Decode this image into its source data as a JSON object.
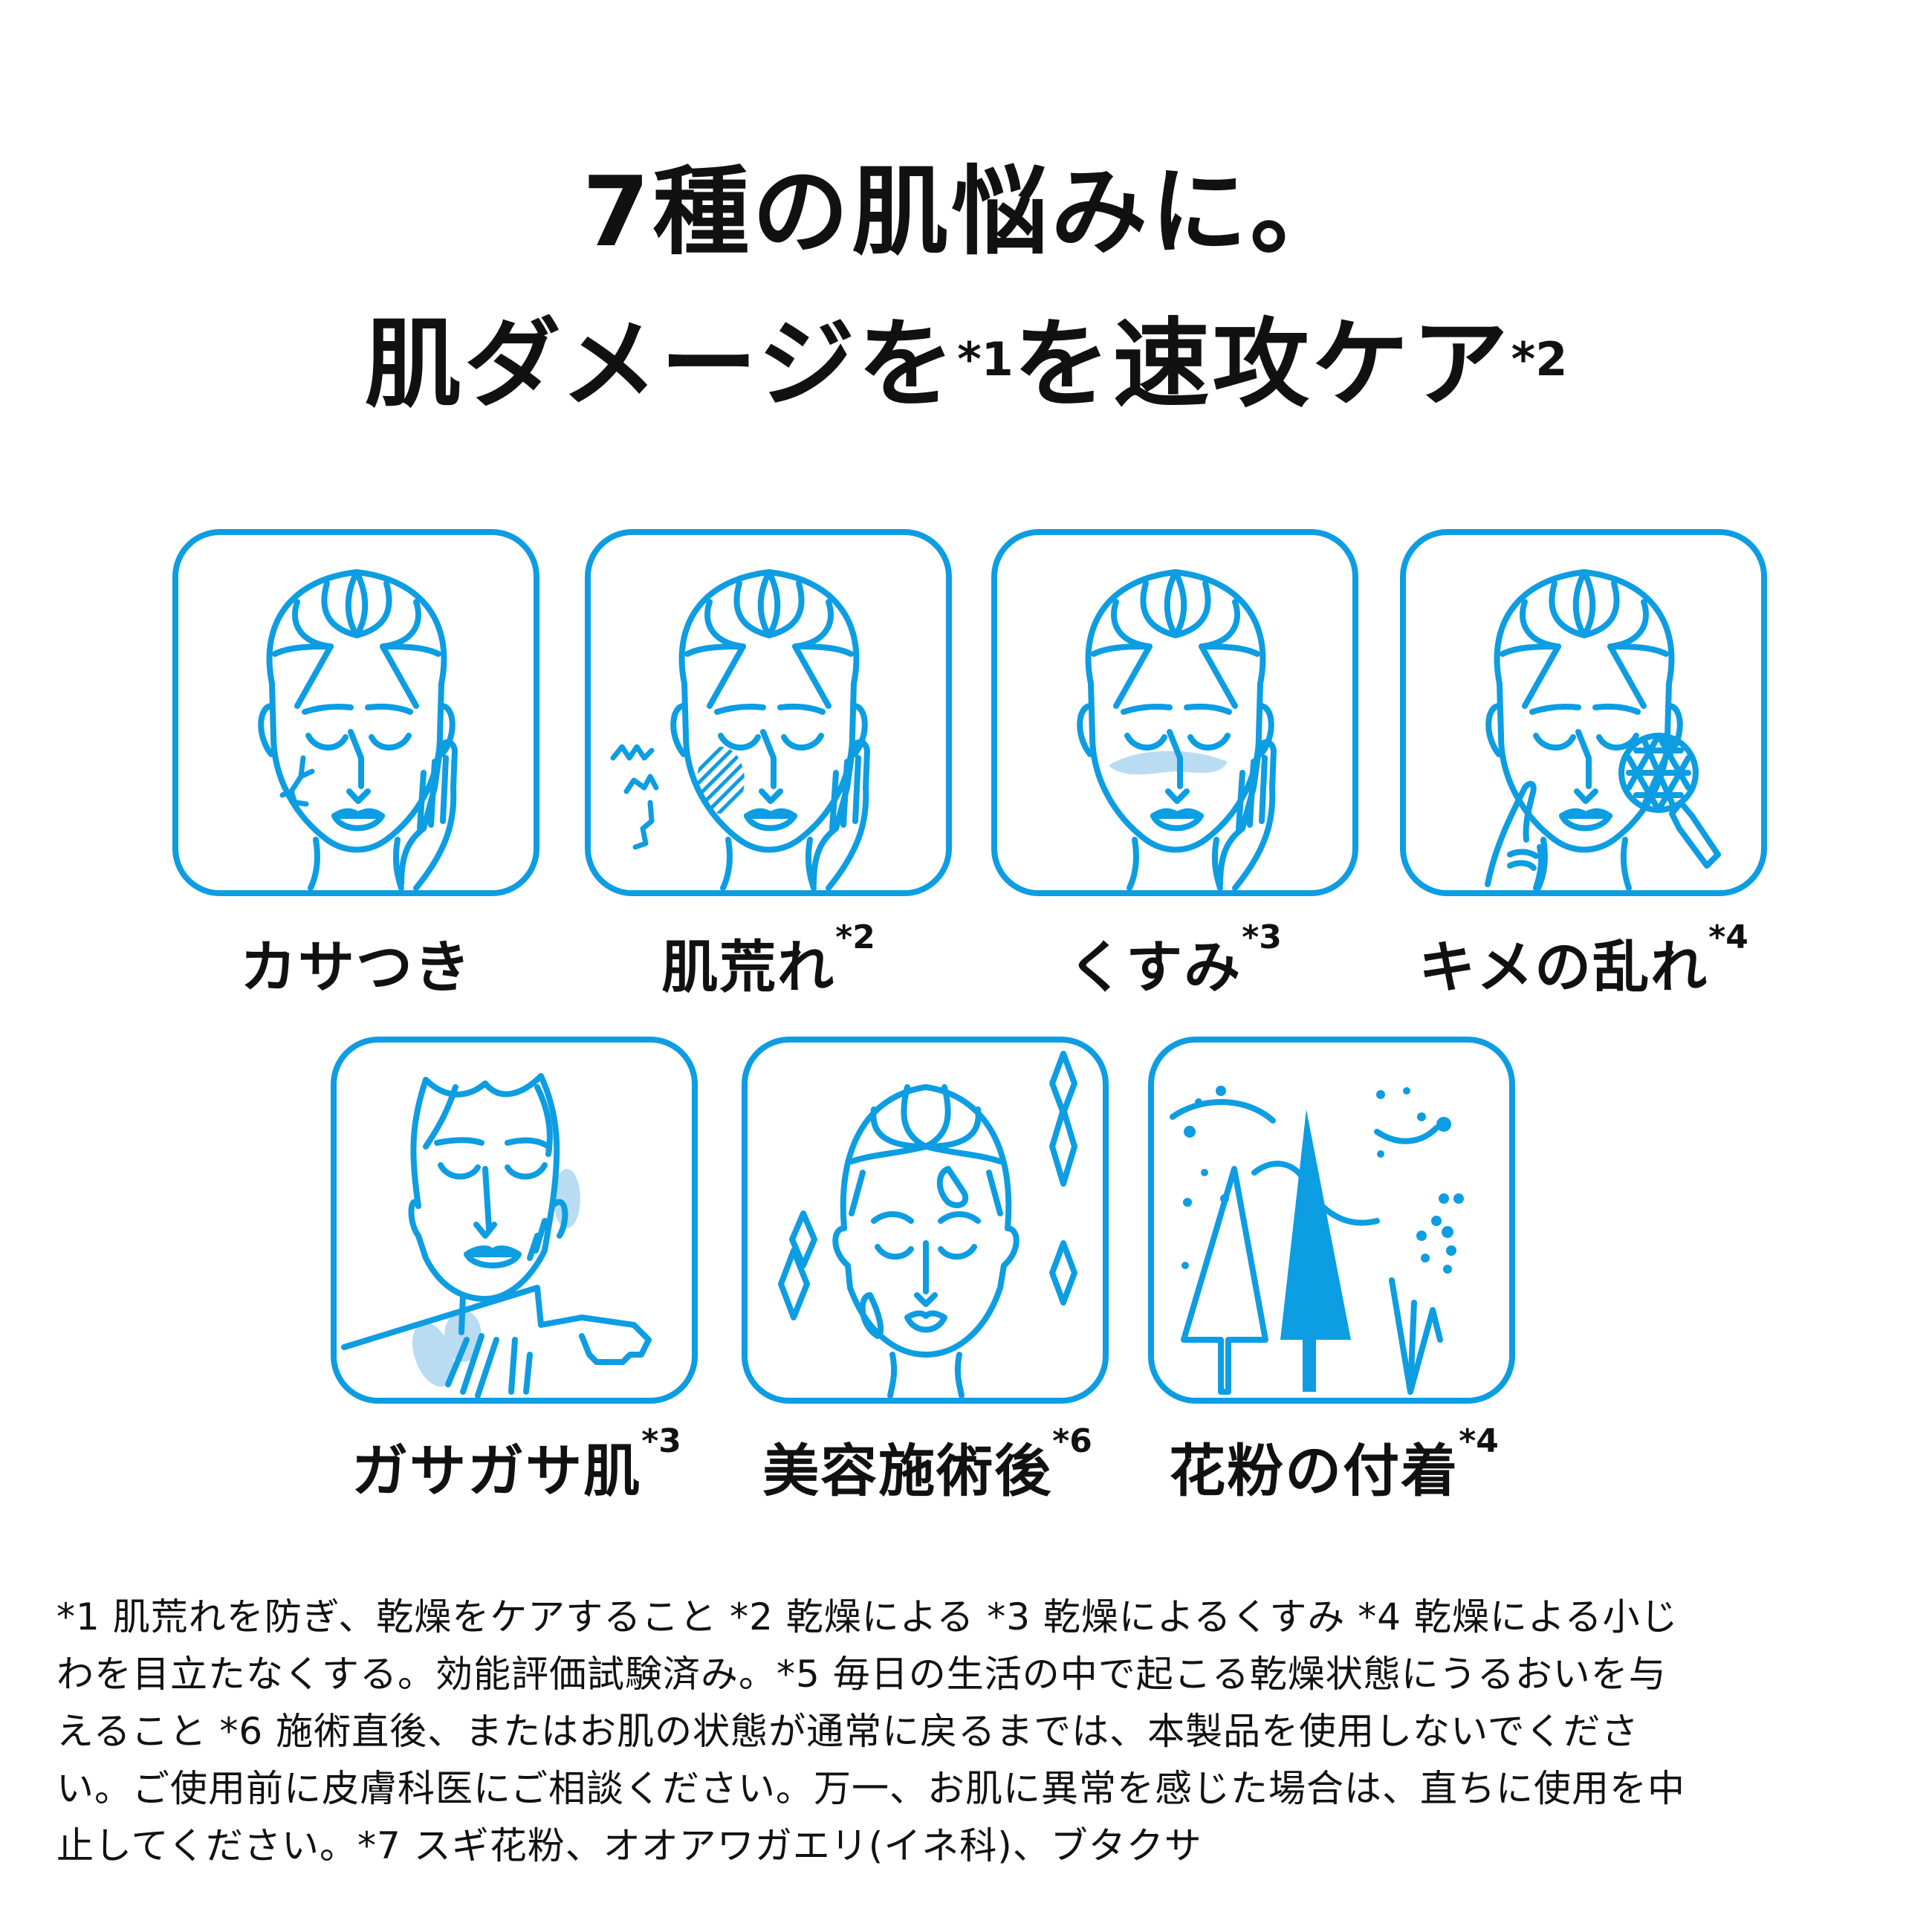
{
  "headline": {
    "line1": "7種の肌悩みに。",
    "line2_a": "肌ダメージを",
    "line2_sup1": "*1",
    "line2_b": "を速攻ケア",
    "line2_sup2": "*2"
  },
  "colors": {
    "accent": "#0d9de2",
    "accent_light": "#b9dcf3",
    "text": "#111111",
    "background": "#ffffff"
  },
  "concerns": [
    {
      "label": "カサつき",
      "note": "",
      "icon": "face-cracked-skin-icon"
    },
    {
      "label": "肌荒れ",
      "note": "*2",
      "icon": "face-irritated-skin-icon"
    },
    {
      "label": "くすみ",
      "note": "*3",
      "icon": "face-dull-skin-icon"
    },
    {
      "label": "キメの乱れ",
      "note": "*4",
      "icon": "face-magnifier-texture-icon"
    },
    {
      "label": "ガサガサ肌",
      "note": "*3",
      "icon": "rough-skin-elbow-icon"
    },
    {
      "label": "美容施術後",
      "note": "*6",
      "icon": "face-sparkle-treatment-icon"
    },
    {
      "label": "花粉の付着",
      "note": "*4",
      "icon": "pollen-trees-icon"
    }
  ],
  "footnotes": {
    "lines": [
      "*1 肌荒れを防ぎ、乾燥をケアすること *2 乾燥による *3 乾燥によるくすみ *4 乾燥による小じ",
      "わを目立たなくする。効能評価試験済み。*5 毎日の生活の中で起こる乾燥状態にうるおいを与",
      "えること *6 施術直後、またはお肌の状態が通常に戻るまでは、本製品を使用しないでくださ",
      "い。ご使用前に皮膚科医にご相談ください。万一、お肌に異常を感じた場合は、直ちに使用を中",
      "止してください。*7 スギ花粉、オオアワガエリ(イネ科)、ブタクサ"
    ]
  }
}
